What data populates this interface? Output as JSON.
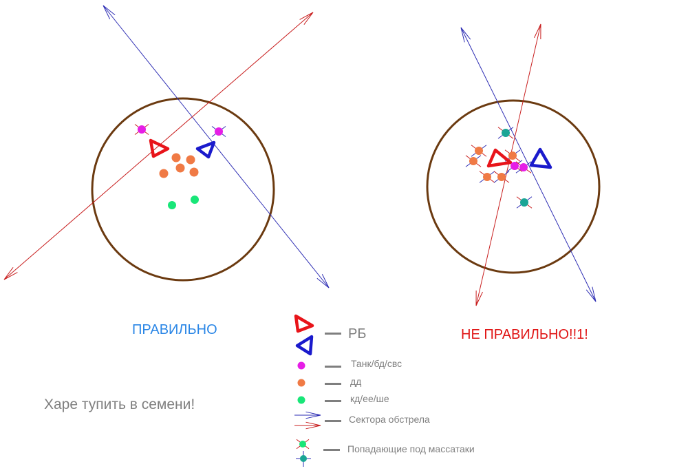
{
  "colors": {
    "ring": "#6b3a10",
    "red": "#e8141a",
    "blue": "#1a1acc",
    "arrow_red": "#c81e1e",
    "arrow_blue": "#2e2eb4",
    "magenta": "#e61ee6",
    "orange": "#f07a45",
    "green": "#18e678",
    "teal": "#1aa596",
    "text_gray": "#7f7f7f",
    "text_blue": "#2a86e6",
    "text_red": "#e01515"
  },
  "labels": {
    "correct": "ПРАВИЛЬНО",
    "wrong": "НЕ ПРАВИЛЬНО!!1!",
    "bottom": "Харе тупить в семени!"
  },
  "legend": {
    "rb": "РБ",
    "tank": "Танк/бд/свс",
    "dd": "дд",
    "kd": "кд/ее/ше",
    "sectors": "Сектора обстрела",
    "hit": "Попадающие под массатаки"
  },
  "icons": {
    "tank": "dark-red-triangle-icon",
    "heal": "blue-triangle-icon",
    "magenta": "magenta-dot-icon",
    "orange": "orange-dot-icon",
    "green": "green-dot-icon",
    "arrow": "double-headed-arrow-icon",
    "cross": "star-cross-icon"
  }
}
